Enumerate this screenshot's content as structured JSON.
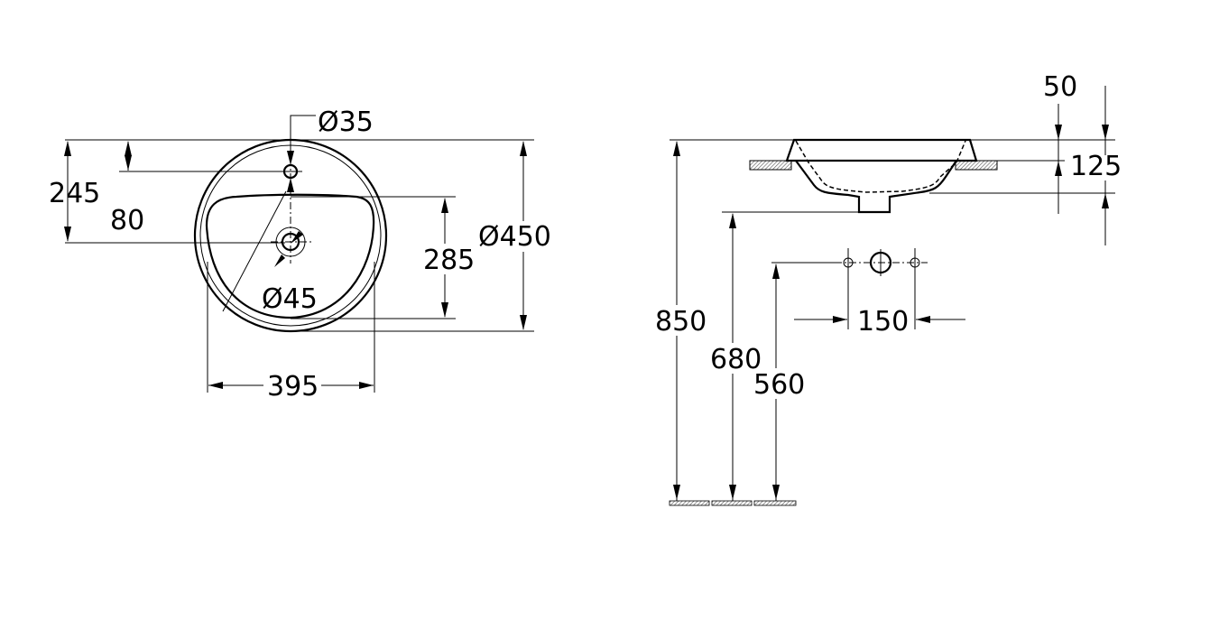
{
  "top_view": {
    "overflow_diameter": "Ø35",
    "drain_diameter": "Ø45",
    "outer_diameter": "Ø450",
    "drain_from_back": "245",
    "overflow_from_back": "80",
    "basin_depth_inner": "285",
    "basin_width_inner": "395"
  },
  "side_view": {
    "rim_above_counter": "50",
    "total_height": "125",
    "counter_height": "850",
    "waste_height": "680",
    "supply_height": "560",
    "supply_spacing": "150"
  },
  "colors": {
    "line": "#000000",
    "hatch": "#555555"
  }
}
